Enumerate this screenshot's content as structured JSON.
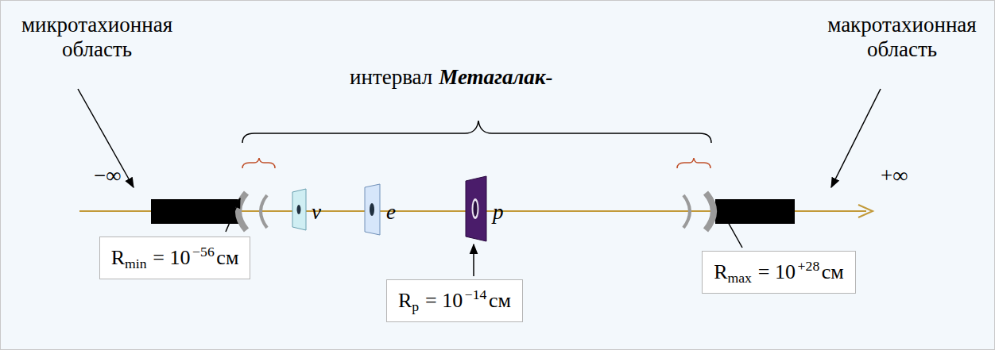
{
  "diagram": {
    "nodes": [
      {
        "text": [
          "R",
          "min",
          "= 10",
          "−56",
          "см"
        ]
      },
      {
        "text": [
          "R",
          "p",
          "= 10",
          "−14",
          "см"
        ]
      },
      {
        "text": [
          "R",
          "max",
          "= 10",
          "+28",
          "см"
        ]
      }
    ],
    "labels": [
      "микротахионная область",
      "интервал",
      "Метагалак-",
      "макротахионная область",
      "−∞",
      "+∞",
      "ν",
      "e",
      "p"
    ]
  }
}
